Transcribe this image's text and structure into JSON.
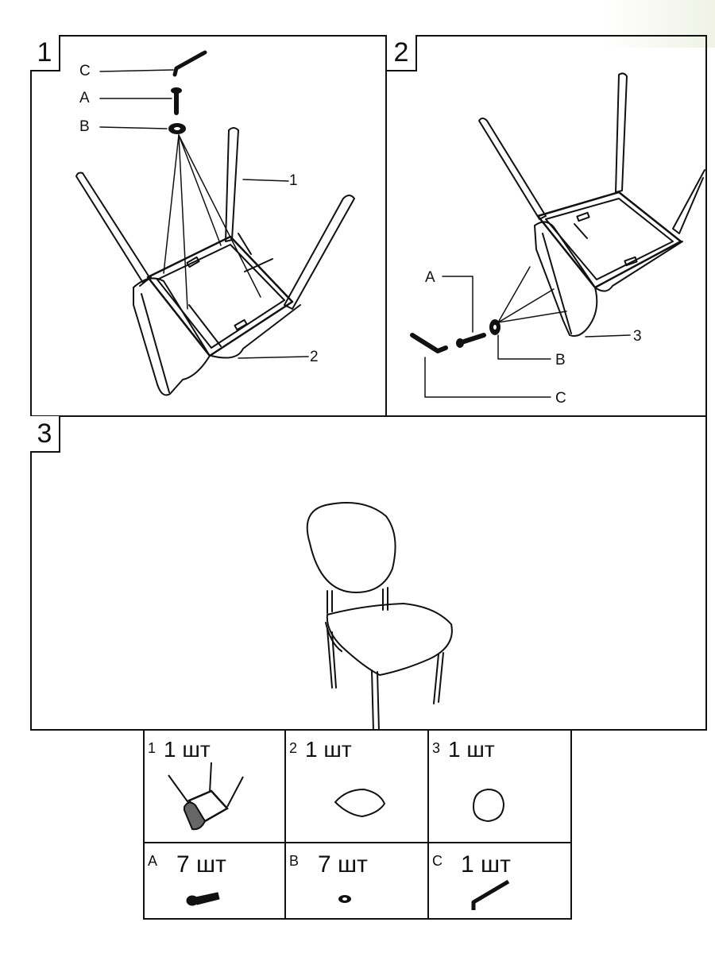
{
  "steps": [
    {
      "number": "1",
      "labels": {
        "c": "C",
        "a": "A",
        "b": "B",
        "part1": "1",
        "part2": "2"
      }
    },
    {
      "number": "2",
      "labels": {
        "a": "A",
        "b": "B",
        "c": "C",
        "part3": "3"
      }
    },
    {
      "number": "3"
    }
  ],
  "parts": [
    {
      "id": "1",
      "qty": "1 шт",
      "icon": "chair-frame-icon"
    },
    {
      "id": "2",
      "qty": "1 шт",
      "icon": "seat-cushion-icon"
    },
    {
      "id": "3",
      "qty": "1 шт",
      "icon": "backrest-icon"
    },
    {
      "id": "A",
      "qty": "7 шт",
      "icon": "bolt-icon"
    },
    {
      "id": "B",
      "qty": "7 шт",
      "icon": "washer-icon"
    },
    {
      "id": "C",
      "qty": "1 шт",
      "icon": "allen-key-icon"
    }
  ],
  "colors": {
    "line": "#111111",
    "background": "#ffffff"
  }
}
